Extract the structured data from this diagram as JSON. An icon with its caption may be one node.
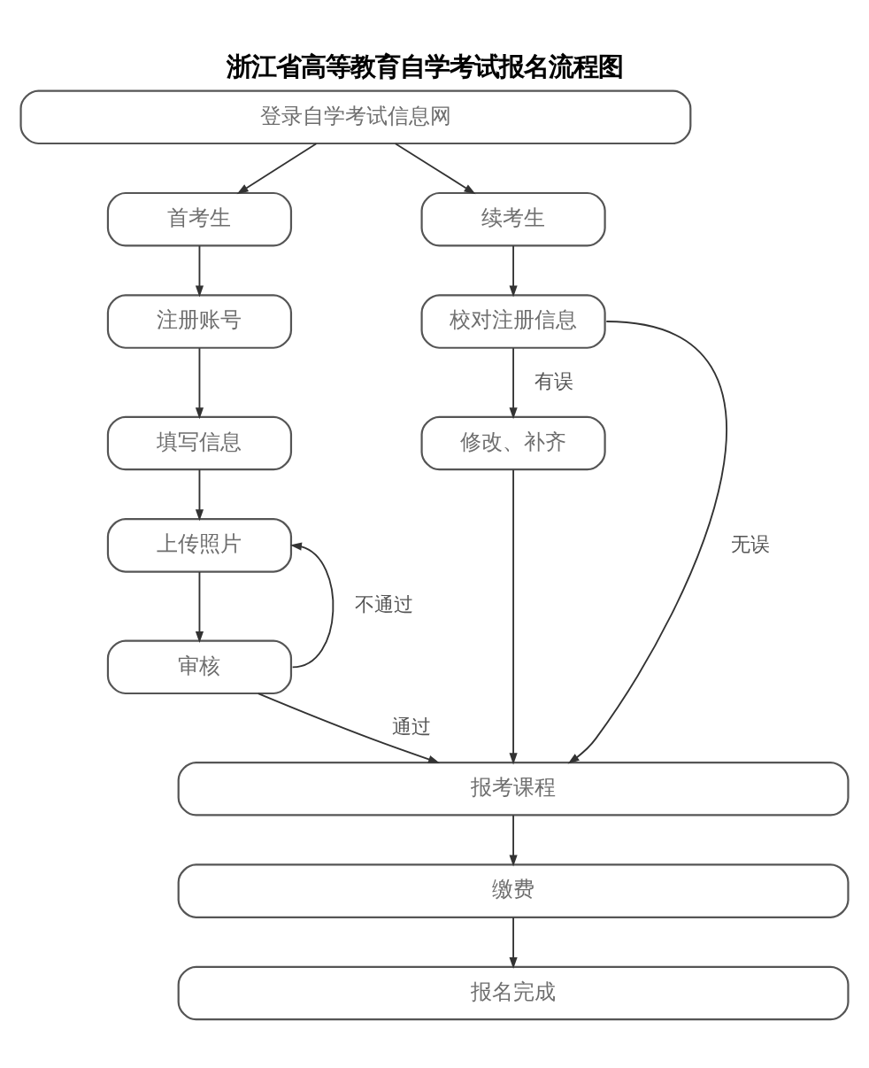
{
  "diagram": {
    "title": "浙江省高等教育自学考试报名流程图",
    "nodes": [
      {
        "text": [
          "登录自学考试信息网"
        ]
      },
      {
        "text": [
          "首考生"
        ]
      },
      {
        "text": [
          "续考生"
        ]
      },
      {
        "text": [
          "注册账号"
        ]
      },
      {
        "text": [
          "校对注册信息"
        ]
      },
      {
        "text": [
          "填写信息"
        ]
      },
      {
        "text": [
          "修改、补齐"
        ]
      },
      {
        "text": [
          "上传照片"
        ]
      },
      {
        "text": [
          "审核"
        ]
      },
      {
        "text": [
          "报考课程"
        ]
      },
      {
        "text": [
          "缴费"
        ]
      },
      {
        "text": [
          "报名完成"
        ]
      }
    ],
    "edges": [
      {
        "from": 0,
        "to": 1,
        "arrow": "to"
      },
      {
        "from": 0,
        "to": 2,
        "arrow": "to"
      },
      {
        "from": 1,
        "to": 3,
        "arrow": "to"
      },
      {
        "from": 2,
        "to": 4,
        "arrow": "to"
      },
      {
        "from": 4,
        "to": 6,
        "arrow": "to",
        "label": "有误"
      },
      {
        "from": 4,
        "to": 9,
        "arrow": "to",
        "label": "无误"
      },
      {
        "from": 3,
        "to": 5,
        "arrow": "to"
      },
      {
        "from": 5,
        "to": 7,
        "arrow": "to"
      },
      {
        "from": 6,
        "to": 9,
        "arrow": "to"
      },
      {
        "from": 7,
        "to": 8,
        "arrow": "to"
      },
      {
        "from": 8,
        "to": 7,
        "arrow": "to",
        "label": "不通过"
      },
      {
        "from": 8,
        "to": 9,
        "arrow": "to",
        "label": "通过"
      },
      {
        "from": 9,
        "to": 10,
        "arrow": "to"
      },
      {
        "from": 10,
        "to": 11,
        "arrow": "to"
      }
    ]
  }
}
